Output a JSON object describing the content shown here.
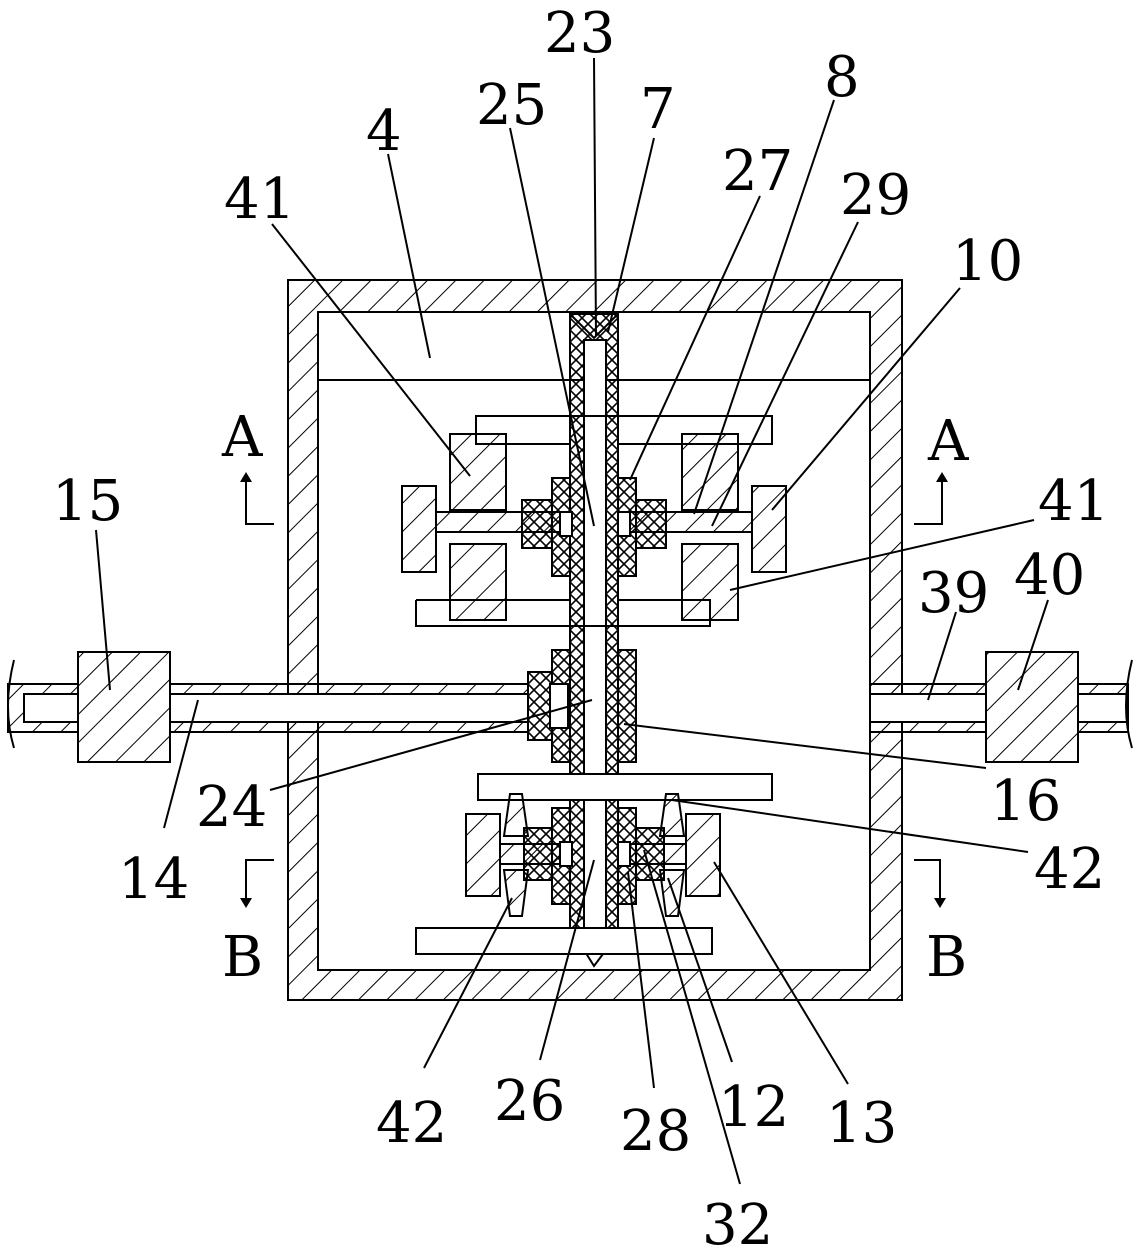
{
  "callouts": [
    {
      "id": "23",
      "text": "23"
    },
    {
      "id": "25",
      "text": "25"
    },
    {
      "id": "7",
      "text": "7"
    },
    {
      "id": "8",
      "text": "8"
    },
    {
      "id": "4",
      "text": "4"
    },
    {
      "id": "27",
      "text": "27"
    },
    {
      "id": "29",
      "text": "29"
    },
    {
      "id": "41a",
      "text": "41"
    },
    {
      "id": "10",
      "text": "10"
    },
    {
      "id": "41b",
      "text": "41"
    },
    {
      "id": "15",
      "text": "15"
    },
    {
      "id": "39",
      "text": "39"
    },
    {
      "id": "40",
      "text": "40"
    },
    {
      "id": "24",
      "text": "24"
    },
    {
      "id": "16",
      "text": "16"
    },
    {
      "id": "14",
      "text": "14"
    },
    {
      "id": "42a",
      "text": "42"
    },
    {
      "id": "42b",
      "text": "42"
    },
    {
      "id": "26",
      "text": "26"
    },
    {
      "id": "28",
      "text": "28"
    },
    {
      "id": "12",
      "text": "12"
    },
    {
      "id": "13",
      "text": "13"
    },
    {
      "id": "32",
      "text": "32"
    }
  ],
  "section_marks": {
    "a_left": "A",
    "a_right": "A",
    "b_left": "B",
    "b_right": "B"
  }
}
